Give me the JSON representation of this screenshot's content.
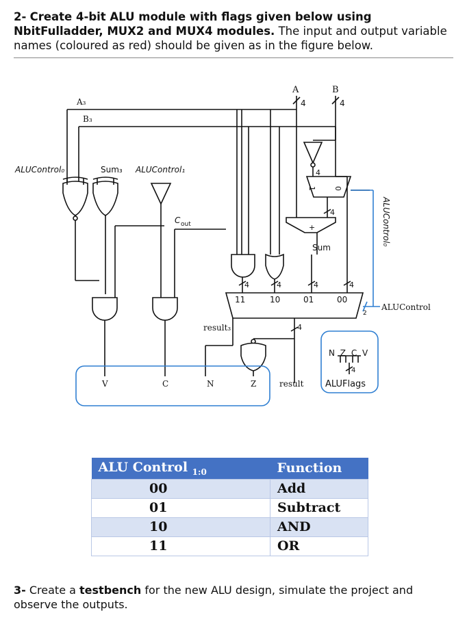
{
  "question2": {
    "number": "2-",
    "bold_part": "Create 4-bit ALU module with flags given below using NbitFulladder, MUX2 and MUX4 modules.",
    "rest": "The input and output variable names (coloured as red) should be given as in the figure below."
  },
  "diagram": {
    "A": "A",
    "B": "B",
    "A3": "A₃",
    "B3": "B₃",
    "ALUControl0_left": "ALUControl₀",
    "Sum3": "Sum₃",
    "ALUControl1": "ALUControl₁",
    "Cout": "C",
    "Cout_sub": "out",
    "bus4": "4",
    "mux_in1": "1",
    "mux_in0": "0",
    "plus": "+",
    "Sum": "Sum",
    "ALUControl0_right": "ALUControl₀",
    "mux4_inputs": [
      "11",
      "10",
      "01",
      "00"
    ],
    "sel_width": "2",
    "ALUControl": "ALUControl",
    "result3": "result₃",
    "flags_letters": "N Z C V",
    "ALUFlags": "ALUFlags",
    "flag_V": "V",
    "flag_C": "C",
    "flag_N": "N",
    "flag_Z": "Z",
    "result": "result",
    "colors": {
      "blue": "#2f7fd2",
      "wire": "#111111"
    }
  },
  "table": {
    "header_main": "ALU Control",
    "header_sub": "1:0",
    "header_function": "Function",
    "rows": [
      {
        "code": "00",
        "function": "Add"
      },
      {
        "code": "01",
        "function": "Subtract"
      },
      {
        "code": "10",
        "function": "AND"
      },
      {
        "code": "11",
        "function": "OR"
      }
    ]
  },
  "question3": {
    "number": "3-",
    "pre": "Create a",
    "bold": "testbench",
    "post": "for the new ALU design, simulate the project and observe the outputs."
  }
}
